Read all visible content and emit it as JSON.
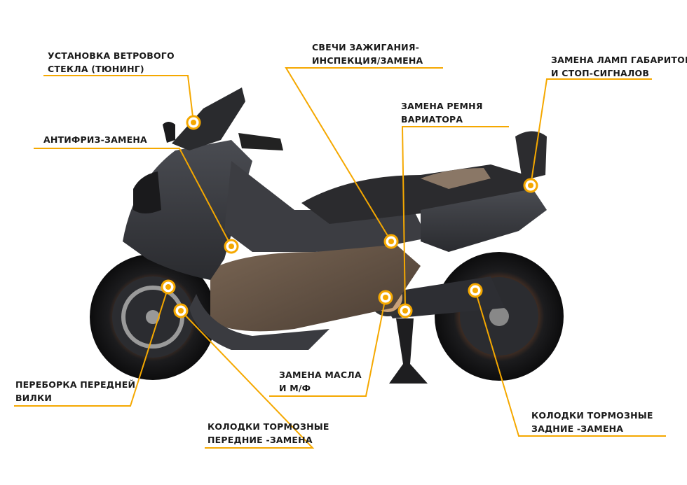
{
  "accent_color": "#f5a800",
  "image": {
    "subject": "scooter-illustration"
  },
  "callouts": [
    {
      "id": "windshield",
      "lines": [
        "УСТАНОВКА ВЕТРОВОГО",
        "СТЕКЛА (ТЮНИНГ)"
      ]
    },
    {
      "id": "antifreeze",
      "lines": [
        "АНТИФРИЗ-ЗАМЕНА"
      ]
    },
    {
      "id": "spark-plugs",
      "lines": [
        "СВЕЧИ ЗАЖИГАНИЯ-",
        "ИНСПЕКЦИЯ/ЗАМЕНА"
      ]
    },
    {
      "id": "variator-belt",
      "lines": [
        "ЗАМЕНА РЕМНЯ",
        "ВАРИАТОРА"
      ]
    },
    {
      "id": "lamps",
      "lines": [
        "ЗАМЕНА ЛАМП ГАБАРИТОВ",
        "И СТОП-СИГНАЛОВ"
      ]
    },
    {
      "id": "front-fork",
      "lines": [
        "ПЕРЕБОРКА ПЕРЕДНЕЙ",
        "ВИЛКИ"
      ]
    },
    {
      "id": "oil",
      "lines": [
        "ЗАМЕНА МАСЛА",
        "И М/Ф"
      ]
    },
    {
      "id": "front-brakes",
      "lines": [
        "КОЛОДКИ ТОРМОЗНЫЕ",
        "ПЕРЕДНИЕ -ЗАМЕНА"
      ]
    },
    {
      "id": "rear-brakes",
      "lines": [
        "КОЛОДКИ ТОРМОЗНЫЕ",
        "ЗАДНИЕ -ЗАМЕНА"
      ]
    }
  ]
}
